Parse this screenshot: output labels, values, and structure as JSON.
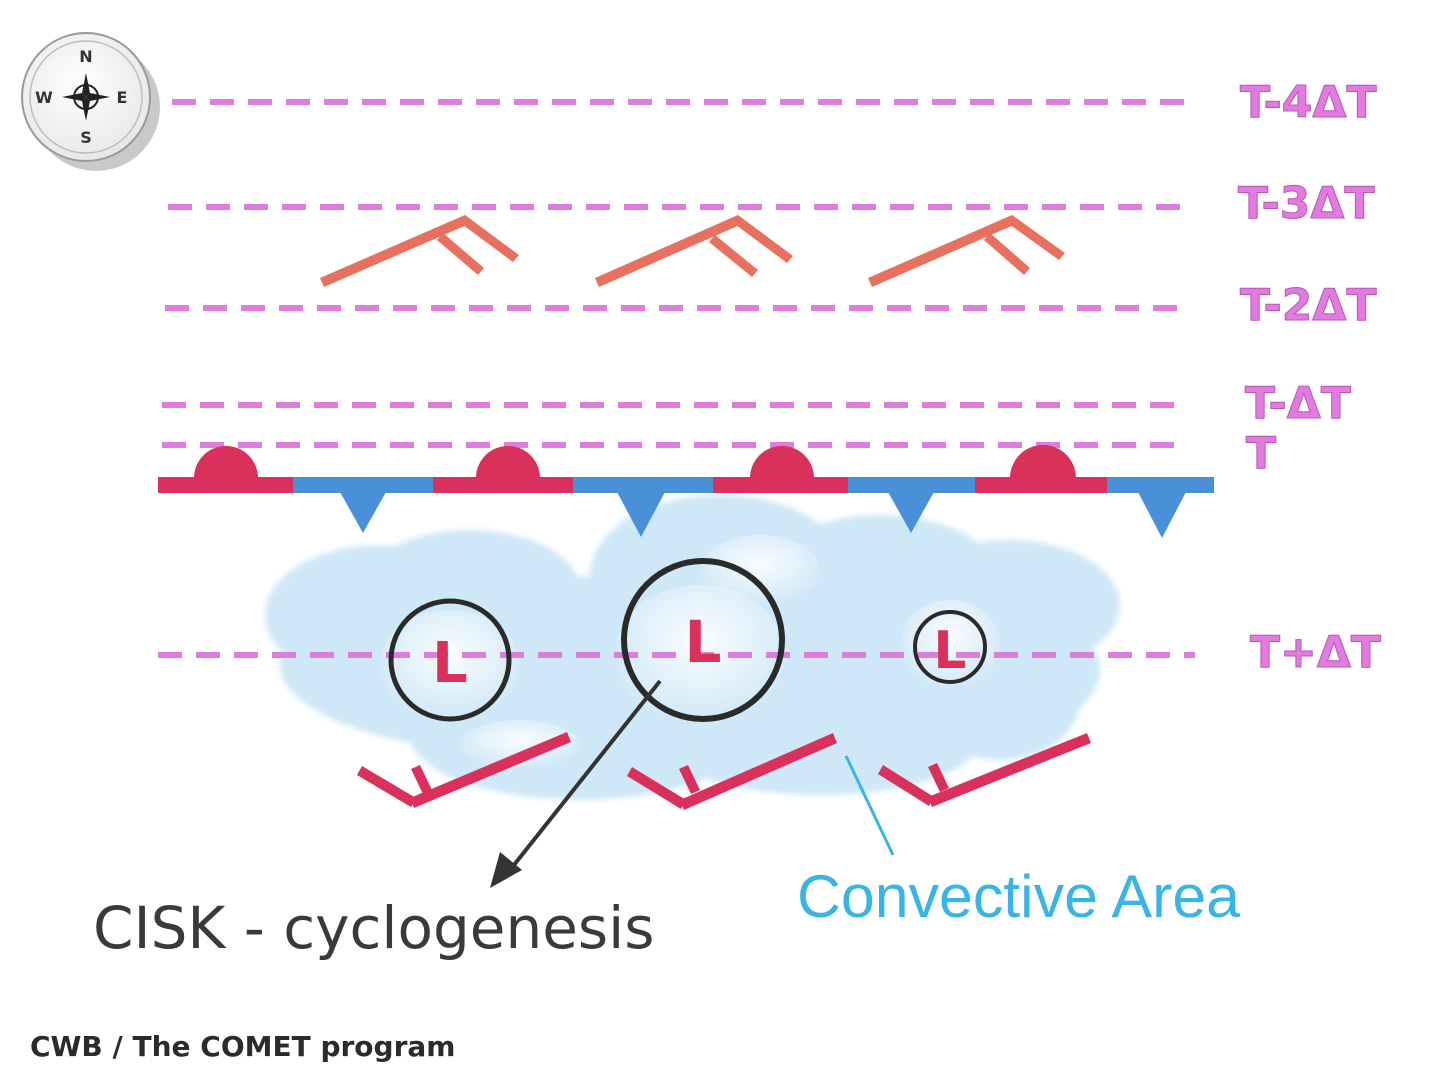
{
  "compass": {
    "north": "N",
    "south": "S",
    "east": "E",
    "west": "W"
  },
  "time_levels": [
    {
      "label": "T-4ΔT"
    },
    {
      "label": "T-3ΔT"
    },
    {
      "label": "T-2ΔT"
    },
    {
      "label": "T-ΔT"
    },
    {
      "label": "T"
    },
    {
      "label": "T+ΔT"
    }
  ],
  "front": {
    "type": "stationary",
    "warm_color": "#d9305c",
    "cold_color": "#4a90d9"
  },
  "lows": [
    {
      "symbol": "L"
    },
    {
      "symbol": "L"
    },
    {
      "symbol": "L"
    }
  ],
  "labels": {
    "cyclogenesis": "CISK - cyclogenesis",
    "convective_area": "Convective Area",
    "credit": "CWB / The COMET program"
  },
  "colors": {
    "time_line": "#dd7ddd",
    "upper_wind": "#e8705e",
    "lower_wind": "#d9305c",
    "cloud": "#cfe8f7",
    "convective_text": "#39b4e6"
  }
}
